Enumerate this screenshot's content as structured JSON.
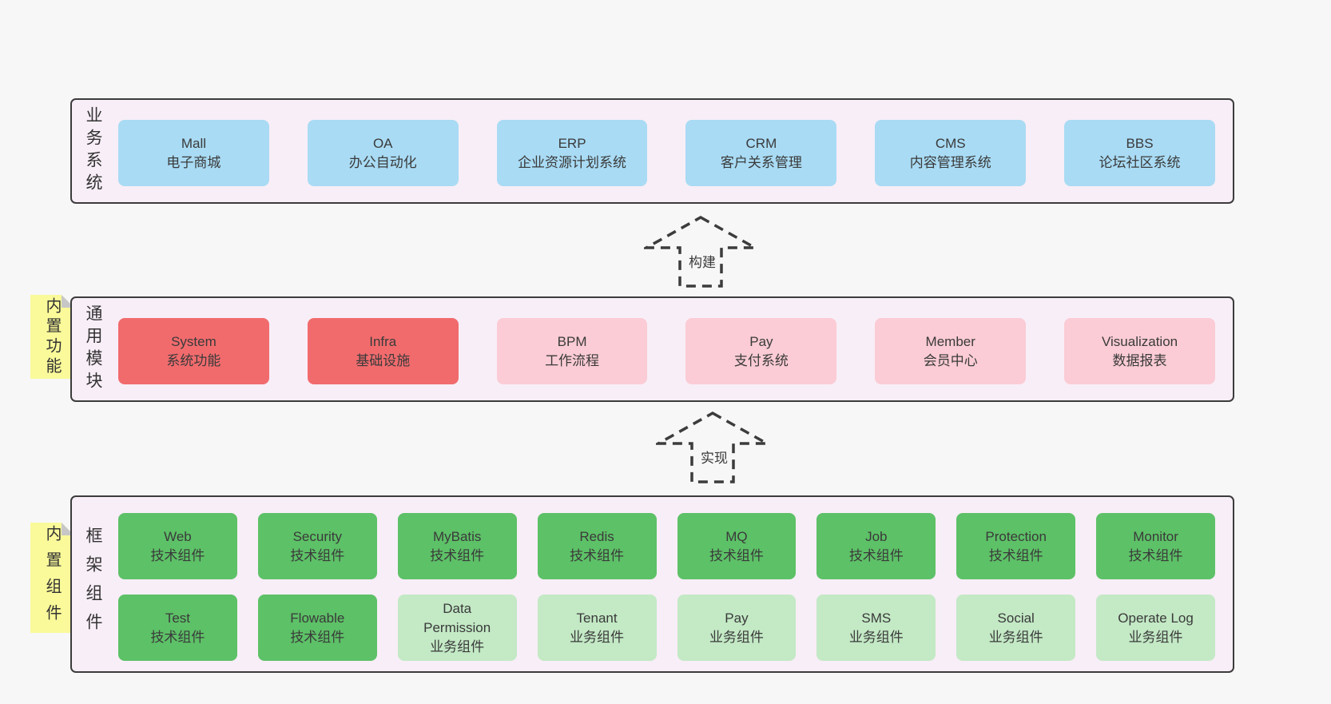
{
  "colors": {
    "page_bg": "#f7f7f7",
    "layer_bg": "#f8eef7",
    "layer_border": "#3c3c3c",
    "box_blue": "#a9dbf4",
    "box_red": "#f16b6d",
    "box_pink": "#fbccd5",
    "box_green_dark": "#5dc167",
    "box_green_light": "#c3e9c5",
    "tag_yellow": "#fafa9a",
    "tag_fold_gray": "#c7c7c7",
    "text": "#3a3a3a"
  },
  "layers": [
    {
      "side_label": "业务系统",
      "boxes": [
        {
          "en": "Mall",
          "zh": "电子商城"
        },
        {
          "en": "OA",
          "zh": "办公自动化"
        },
        {
          "en": "ERP",
          "zh": "企业资源计划系统"
        },
        {
          "en": "CRM",
          "zh": "客户关系管理"
        },
        {
          "en": "CMS",
          "zh": "内容管理系统"
        },
        {
          "en": "BBS",
          "zh": "论坛社区系统"
        }
      ]
    },
    {
      "side_label": "通用模块",
      "tag": "内置功能",
      "boxes": [
        {
          "en": "System",
          "zh": "系统功能"
        },
        {
          "en": "Infra",
          "zh": "基础设施"
        },
        {
          "en": "BPM",
          "zh": "工作流程"
        },
        {
          "en": "Pay",
          "zh": "支付系统"
        },
        {
          "en": "Member",
          "zh": "会员中心"
        },
        {
          "en": "Visualization",
          "zh": "数据报表"
        }
      ]
    },
    {
      "side_label": "框架组件",
      "tag": "内置组件",
      "row1": [
        {
          "en": "Web",
          "zh": "技术组件"
        },
        {
          "en": "Security",
          "zh": "技术组件"
        },
        {
          "en": "MyBatis",
          "zh": "技术组件"
        },
        {
          "en": "Redis",
          "zh": "技术组件"
        },
        {
          "en": "MQ",
          "zh": "技术组件"
        },
        {
          "en": "Job",
          "zh": "技术组件"
        },
        {
          "en": "Protection",
          "zh": "技术组件"
        },
        {
          "en": "Monitor",
          "zh": "技术组件"
        }
      ],
      "row2": [
        {
          "en": "Test",
          "zh": "技术组件"
        },
        {
          "en": "Flowable",
          "zh": "技术组件"
        },
        {
          "en": "Data Permission",
          "zh": "业务组件"
        },
        {
          "en": "Tenant",
          "zh": "业务组件"
        },
        {
          "en": "Pay",
          "zh": "业务组件"
        },
        {
          "en": "SMS",
          "zh": "业务组件"
        },
        {
          "en": "Social",
          "zh": "业务组件"
        },
        {
          "en": "Operate Log",
          "zh": "业务组件"
        }
      ]
    }
  ],
  "arrows": [
    {
      "label": "构建"
    },
    {
      "label": "实现"
    }
  ]
}
